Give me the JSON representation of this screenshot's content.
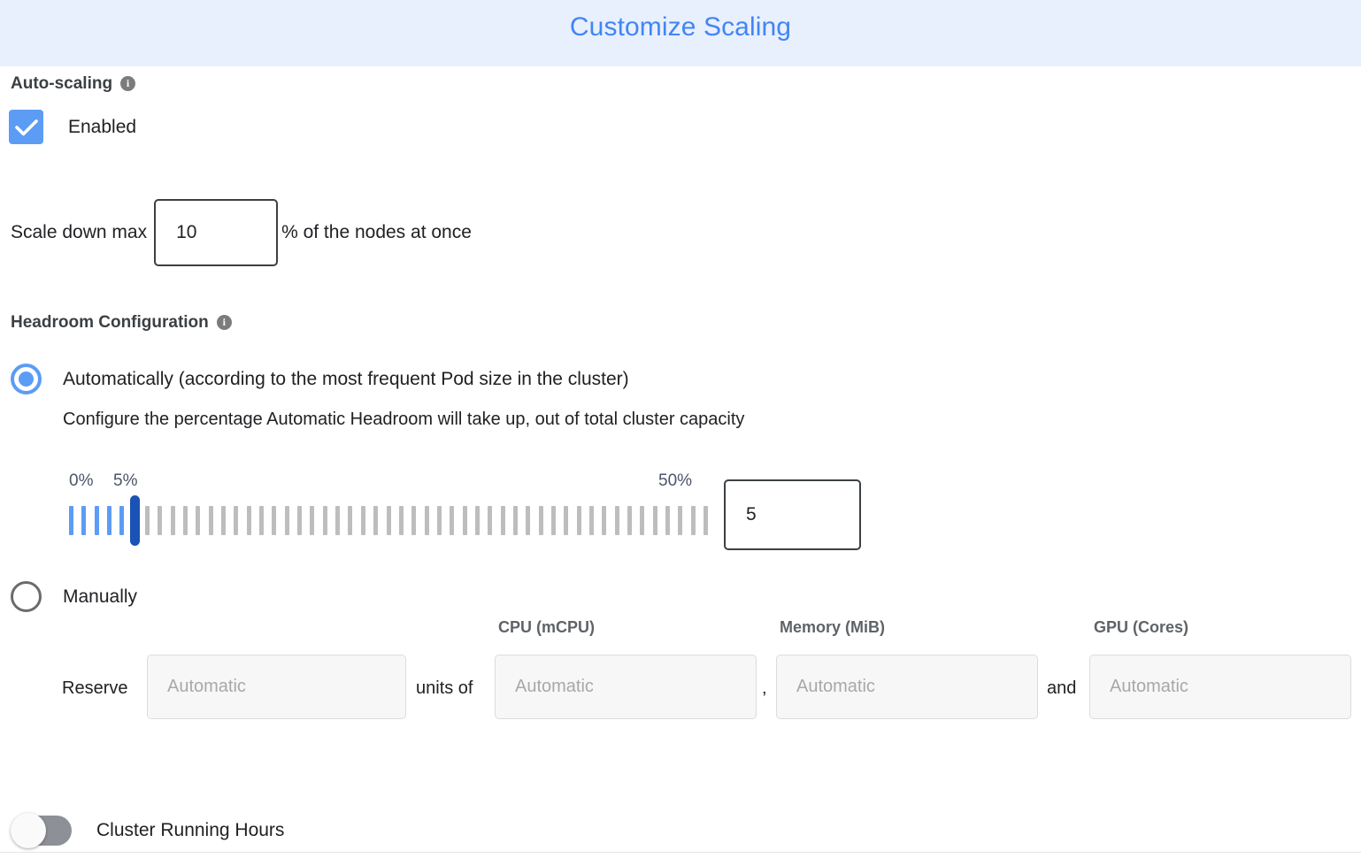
{
  "header": {
    "title": "Customize Scaling",
    "background": "#e8f0fe",
    "title_color": "#4285f4"
  },
  "autoscaling": {
    "section_label": "Auto-scaling",
    "info_glyph": "i",
    "checkbox_checked": true,
    "checkbox_color": "#5c9cf5",
    "enabled_label": "Enabled",
    "scale_down": {
      "prefix_label": "Scale down max",
      "value": "10",
      "placeholder": "",
      "suffix_label": "% of the nodes at once"
    }
  },
  "headroom": {
    "section_label": "Headroom Configuration",
    "info_glyph": "i",
    "option_automatic": {
      "label": "Automatically (according to the most frequent Pod size in the cluster)",
      "selected": true,
      "description": "Configure the percentage Automatic Headroom will take up, out of total cluster capacity"
    },
    "slider": {
      "min_label": "0%",
      "current_label": "5%",
      "max_label": "50%",
      "min": 0,
      "max": 50,
      "value": 5,
      "tick_count": 51,
      "filled_color": "#5c9cf5",
      "empty_color": "#bdbdbd",
      "thumb_color": "#1a52b5",
      "label_color": "#4a5568",
      "value_input": "5"
    },
    "option_manual": {
      "label": "Manually",
      "selected": false
    },
    "reserve": {
      "reserve_label": "Reserve",
      "units_of_label": "units of",
      "comma_label": ",",
      "and_label": "and",
      "columns": [
        {
          "header": "",
          "placeholder": "Automatic",
          "value": ""
        },
        {
          "header": "CPU (mCPU)",
          "placeholder": "Automatic",
          "value": ""
        },
        {
          "header": "Memory (MiB)",
          "placeholder": "Automatic",
          "value": ""
        },
        {
          "header": "GPU (Cores)",
          "placeholder": "Automatic",
          "value": ""
        }
      ]
    }
  },
  "cluster_running_hours": {
    "label": "Cluster Running Hours",
    "enabled": false,
    "track_color": "#8d9096"
  }
}
